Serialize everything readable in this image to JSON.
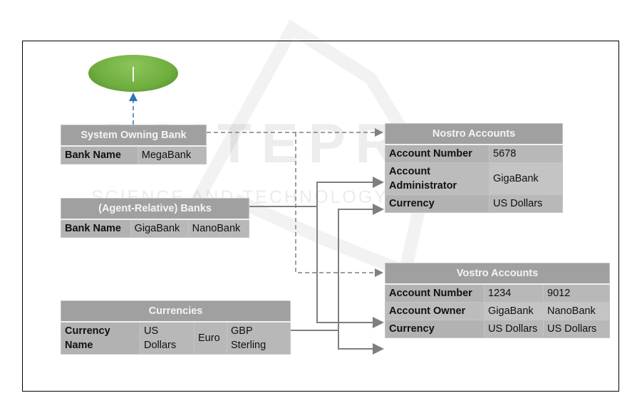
{
  "watermark": {
    "line1": "SCITEPRESS",
    "line2": "SCIENCE AND TECHNOLOGY PUBLICATIONS"
  },
  "oval": {
    "label": "|",
    "color": "#6fae3f"
  },
  "system_owning_bank": {
    "title": "System Owning Bank",
    "rows": [
      {
        "key": "Bank Name",
        "values": [
          "MegaBank"
        ]
      }
    ]
  },
  "agent_relative_banks": {
    "title": "(Agent-Relative) Banks",
    "rows": [
      {
        "key": "Bank Name",
        "values": [
          "GigaBank",
          "NanoBank"
        ]
      }
    ]
  },
  "currencies": {
    "title": "Currencies",
    "rows": [
      {
        "key": "Currency Name",
        "values": [
          "US Dollars",
          "Euro",
          "GBP Sterling"
        ]
      }
    ]
  },
  "nostro_accounts": {
    "title": "Nostro Accounts",
    "rows": [
      {
        "key": "Account Number",
        "values": [
          "5678"
        ]
      },
      {
        "key": "Account Administrator",
        "values": [
          "GigaBank"
        ]
      },
      {
        "key": "Currency",
        "values": [
          "US Dollars"
        ]
      }
    ]
  },
  "vostro_accounts": {
    "title": "Vostro Accounts",
    "rows": [
      {
        "key": "Account Number",
        "values": [
          "1234",
          "9012"
        ]
      },
      {
        "key": "Account Owner",
        "values": [
          "GigaBank",
          "NanoBank"
        ]
      },
      {
        "key": "Currency",
        "values": [
          "US Dollars",
          "US Dollars"
        ]
      }
    ]
  },
  "colors": {
    "dashed_blue": "#2e75b6",
    "connector_gray": "#7f7f7f",
    "header_gray": "#a0a0a0"
  }
}
